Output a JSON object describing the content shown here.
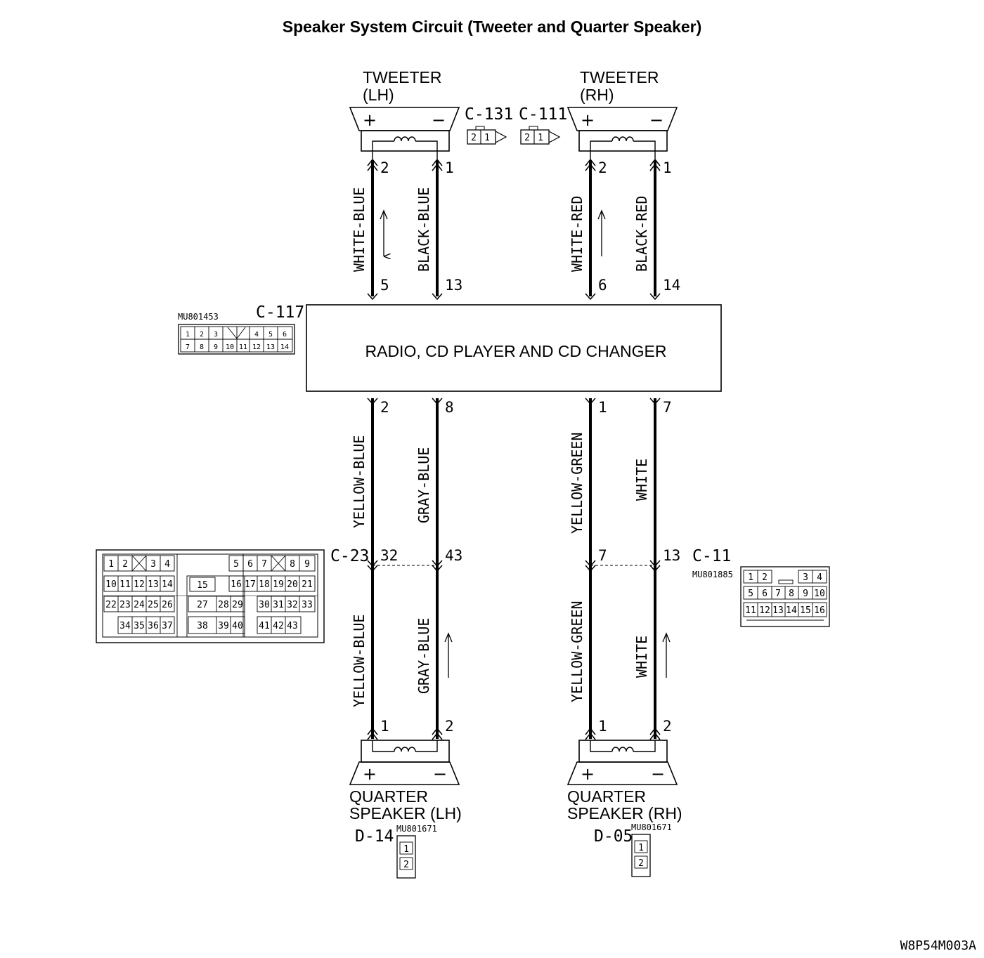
{
  "title": "Speaker System Circuit (Tweeter and Quarter Speaker)",
  "figure_code": "W8P54M003A",
  "unit": "RADIO, CD PLAYER AND CD CHANGER",
  "tweeter_lh": {
    "line1": "TWEETER",
    "line2": "(LH)",
    "connector": "C-131",
    "pins": [
      "2",
      "1"
    ]
  },
  "tweeter_rh": {
    "line1": "TWEETER",
    "line2": "(RH)",
    "connector": "C-111",
    "pins": [
      "2",
      "1"
    ]
  },
  "quarter_lh": {
    "line1": "QUARTER",
    "line2": "SPEAKER (LH)",
    "connector": "D-14",
    "part": "MU801671",
    "pins": [
      "1",
      "2"
    ]
  },
  "quarter_rh": {
    "line1": "QUARTER",
    "line2": "SPEAKER (RH)",
    "connector": "D-05",
    "part": "MU801671",
    "pins": [
      "1",
      "2"
    ]
  },
  "c117": {
    "id": "C-117",
    "part": "MU801453",
    "row1": [
      "1",
      "2",
      "3",
      "4",
      "5",
      "6"
    ],
    "row2": [
      "7",
      "8",
      "9",
      "10",
      "11",
      "12",
      "13",
      "14"
    ]
  },
  "c23": {
    "id": "C-23"
  },
  "c11": {
    "id": "C-11",
    "part": "MU801885",
    "row1": [
      "1",
      "2",
      "3",
      "4"
    ],
    "row2": [
      "5",
      "6",
      "7",
      "8",
      "9",
      "10"
    ],
    "row3": [
      "11",
      "12",
      "13",
      "14",
      "15",
      "16"
    ]
  },
  "c23_grid": {
    "row1": [
      "1",
      "2",
      "3",
      "4",
      "5",
      "6",
      "7",
      "8",
      "9"
    ],
    "row2": [
      "10",
      "11",
      "12",
      "13",
      "14",
      "15",
      "16",
      "17",
      "18",
      "19",
      "20",
      "21"
    ],
    "row3": [
      "22",
      "23",
      "24",
      "25",
      "26",
      "27",
      "28",
      "29",
      "30",
      "31",
      "32",
      "33"
    ],
    "row4": [
      "34",
      "35",
      "36",
      "37",
      "38",
      "39",
      "40",
      "41",
      "42",
      "43"
    ]
  },
  "signs": {
    "plus": "+",
    "minus": "−"
  },
  "wires": {
    "w1": {
      "color": "WHITE-BLUE",
      "top_pin": "2",
      "bottom_pin": "5"
    },
    "w2": {
      "color": "BLACK-BLUE",
      "top_pin": "1",
      "bottom_pin": "13"
    },
    "w3": {
      "color": "WHITE-RED",
      "top_pin": "2",
      "bottom_pin": "6"
    },
    "w4": {
      "color": "BLACK-RED",
      "top_pin": "1",
      "bottom_pin": "14"
    },
    "w5": {
      "color": "YELLOW-BLUE",
      "unit_pin": "2",
      "junction_pin": "32",
      "speaker_pin": "1"
    },
    "w6": {
      "color": "GRAY-BLUE",
      "unit_pin": "8",
      "junction_pin": "43",
      "speaker_pin": "2"
    },
    "w7": {
      "color": "YELLOW-GREEN",
      "unit_pin": "1",
      "junction_pin": "7",
      "speaker_pin": "1"
    },
    "w8": {
      "color": "WHITE",
      "unit_pin": "7",
      "junction_pin": "13",
      "speaker_pin": "2"
    }
  }
}
